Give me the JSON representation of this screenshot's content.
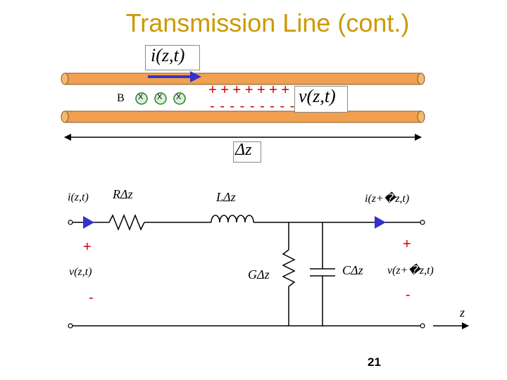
{
  "slide": {
    "title": "Transmission Line (cont.)",
    "page_number": "21"
  },
  "line_diagram": {
    "current_label": "i(z,t)",
    "voltage_label": "v(z,t)",
    "field_label": "B",
    "field_marks": [
      "X",
      "X",
      "X"
    ],
    "plus_charges": "+ + + + + + +",
    "minus_charges": "- - - - - - - - - -",
    "delta_label": "Δz",
    "colors": {
      "conductor": "#f0a050",
      "arrow": "#3333cc"
    }
  },
  "circuit": {
    "left_current": "i(z,t)",
    "right_current": "i(z+�z,t)",
    "resistor": "RΔz",
    "inductor": "LΔz",
    "conductance": "GΔz",
    "capacitor": "CΔz",
    "left_plus": "+",
    "left_minus": "-",
    "left_voltage": "v(z,t)",
    "right_plus": "+",
    "right_minus": "-",
    "right_voltage": "v(z+�z,t)",
    "z_axis": "z"
  }
}
